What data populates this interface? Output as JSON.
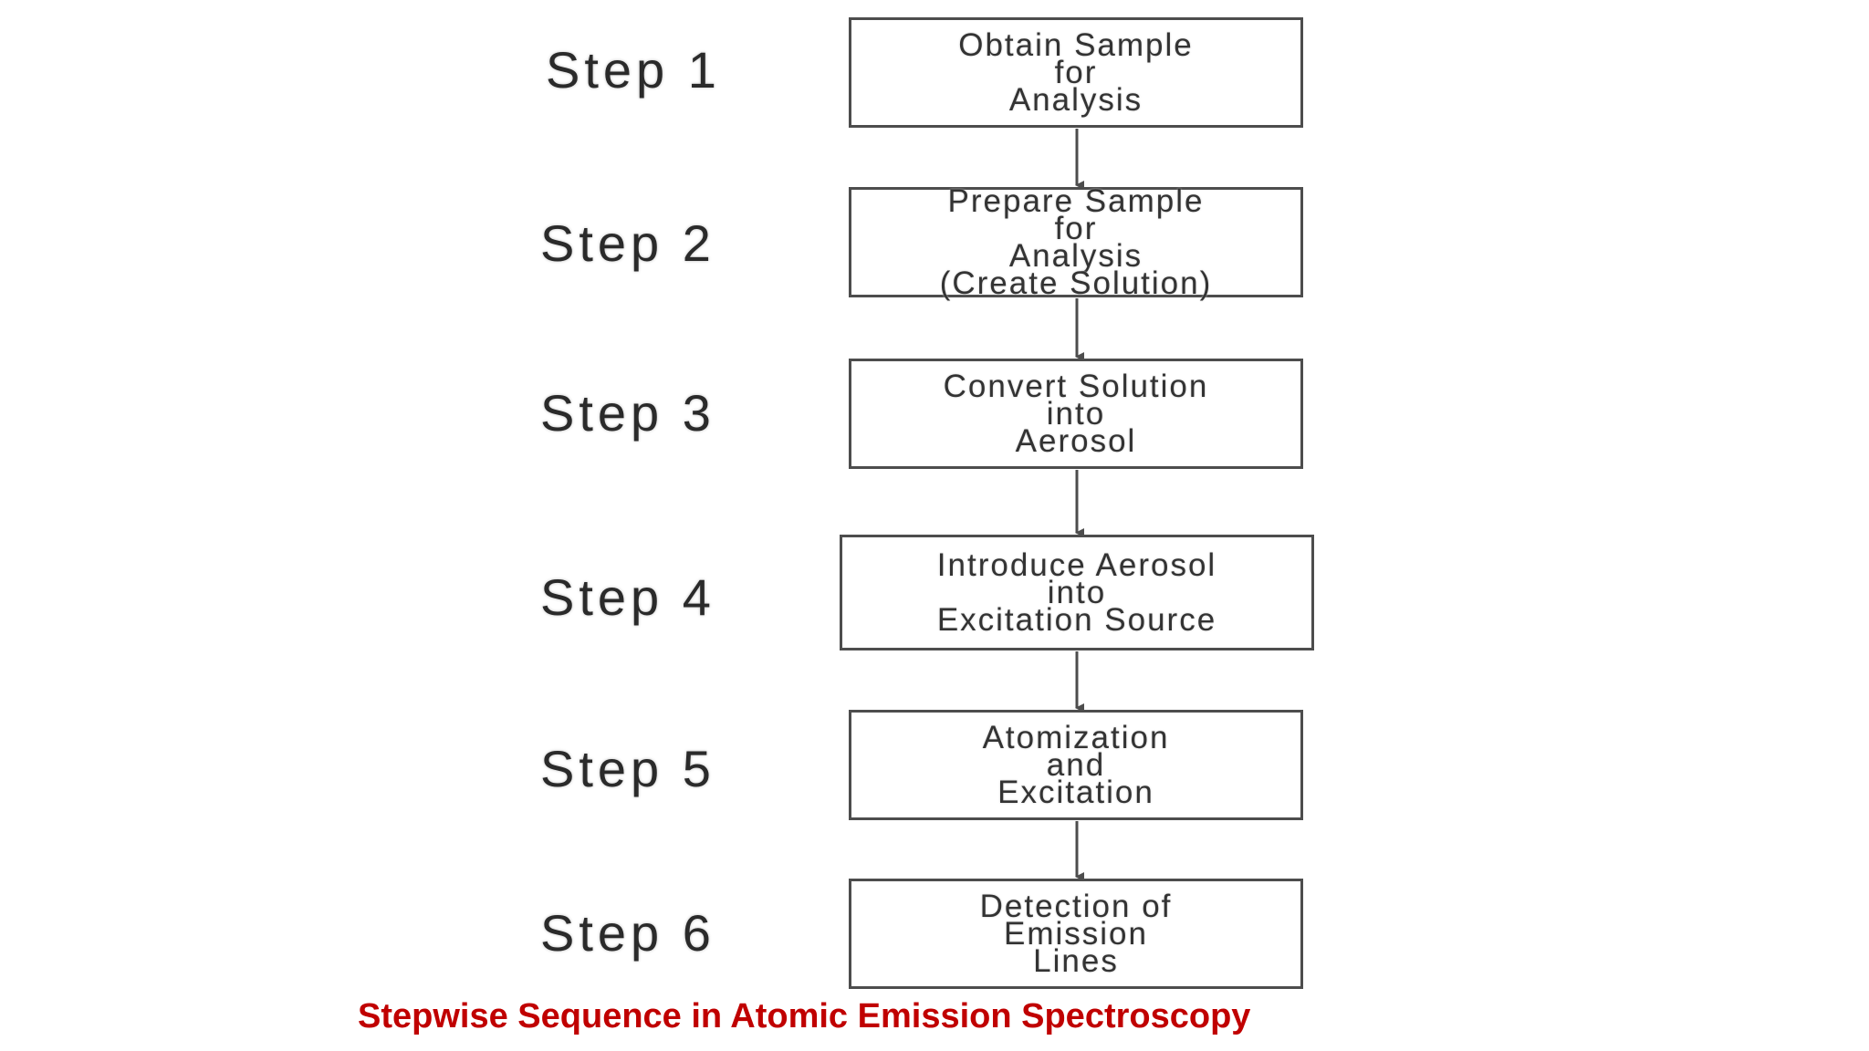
{
  "steps": [
    {
      "label": "Step 1",
      "text": "Obtain Sample\nfor\nAnalysis"
    },
    {
      "label": "Step 2",
      "text": "Prepare Sample\nfor\nAnalysis\n(Create Solution)"
    },
    {
      "label": "Step 3",
      "text": "Convert Solution\ninto\nAerosol"
    },
    {
      "label": "Step 4",
      "text": "Introduce Aerosol\ninto\nExcitation Source"
    },
    {
      "label": "Step 5",
      "text": "Atomization\nand\nExcitation"
    },
    {
      "label": "Step 6",
      "text": "Detection of\nEmission\nLines"
    }
  ],
  "caption": {
    "text": "Stepwise Sequence in Atomic Emission Spectroscopy",
    "color": "#c00000"
  },
  "colors": {
    "box_border": "#4d4d4d",
    "arrow": "#4d4d4d",
    "text": "#333333"
  }
}
